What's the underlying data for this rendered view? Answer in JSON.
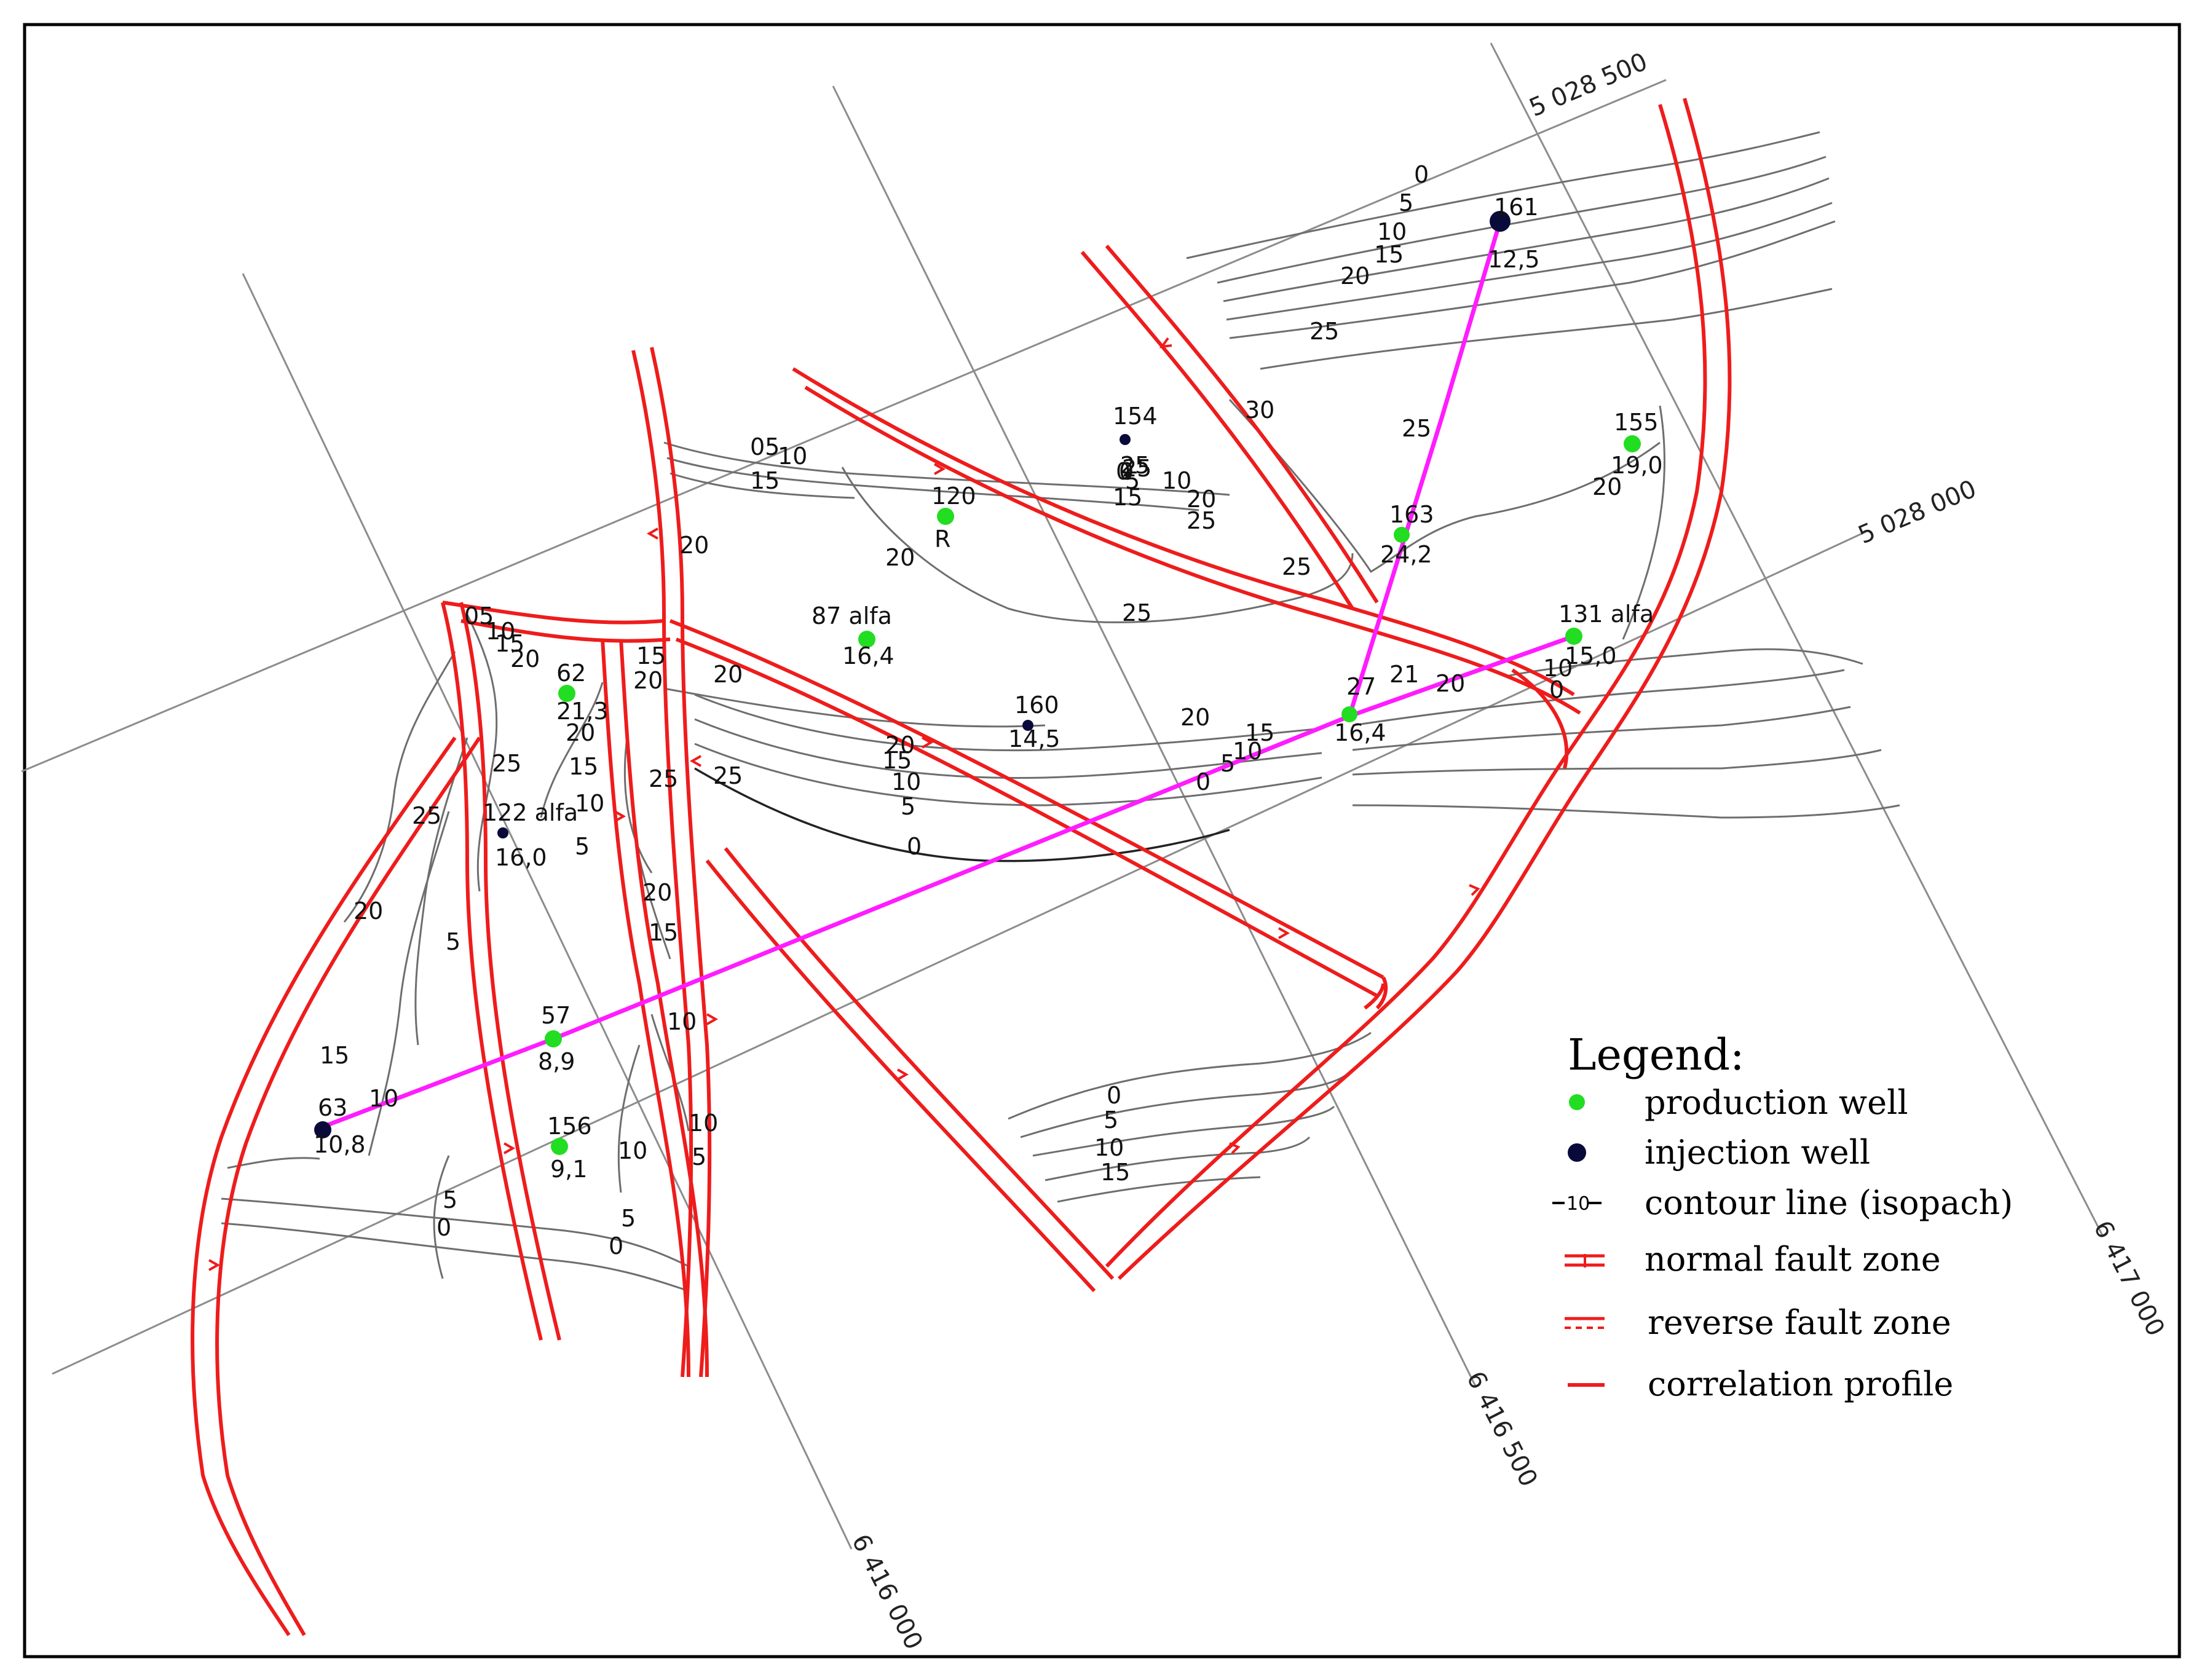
{
  "colors": {
    "production_well": "#22dd22",
    "injection_well": "#0a0a3a",
    "fault": "#ee1c1c",
    "profile": "#ff1cff",
    "contour": "#6e6e6e"
  },
  "coordinates": {
    "n_upper": "5 028 500",
    "n_lower": "5 028 000",
    "e_left": "6 416 000",
    "e_mid": "6 416 500",
    "e_right": "6 417 000"
  },
  "wells": [
    {
      "id": "w161",
      "name": "161",
      "value": "12,5",
      "type": "injection"
    },
    {
      "id": "w154",
      "name": "154",
      "value": "",
      "type": "injection"
    },
    {
      "id": "w155",
      "name": "155",
      "value": "19,0",
      "type": "production"
    },
    {
      "id": "w120",
      "name": "120",
      "value": "R",
      "type": "production"
    },
    {
      "id": "w163",
      "name": "163",
      "value": "24,2",
      "type": "production"
    },
    {
      "id": "w87",
      "name": "87 alfa",
      "value": "16,4",
      "type": "production"
    },
    {
      "id": "w131",
      "name": "131 alfa",
      "value": "15,0",
      "type": "production"
    },
    {
      "id": "w62",
      "name": "62",
      "value": "21,3",
      "type": "production"
    },
    {
      "id": "w160",
      "name": "160",
      "value": "14,5",
      "type": "injection"
    },
    {
      "id": "w27",
      "name": "27",
      "value": "16,4",
      "type": "production"
    },
    {
      "id": "w122",
      "name": "122 alfa",
      "value": "16,0",
      "type": "injection"
    },
    {
      "id": "w57",
      "name": "57",
      "value": "8,9",
      "type": "production"
    },
    {
      "id": "w63",
      "name": "63",
      "value": "10,8",
      "type": "injection"
    },
    {
      "id": "w156",
      "name": "156",
      "value": "9,1",
      "type": "production"
    }
  ],
  "contour_labels": [
    "0",
    "5",
    "10",
    "15",
    "20",
    "25",
    "30",
    "05",
    "21"
  ],
  "legend": {
    "title": "Legend:",
    "items": [
      {
        "key": "production",
        "label": "production well"
      },
      {
        "key": "injection",
        "label": "injection well"
      },
      {
        "key": "contour",
        "label": "contour line (isopach)",
        "symbol_text": "10"
      },
      {
        "key": "normal_fault",
        "label": "normal fault zone"
      },
      {
        "key": "reverse_fault",
        "label": "reverse fault zone"
      },
      {
        "key": "profile",
        "label": "correlation profile"
      }
    ]
  }
}
